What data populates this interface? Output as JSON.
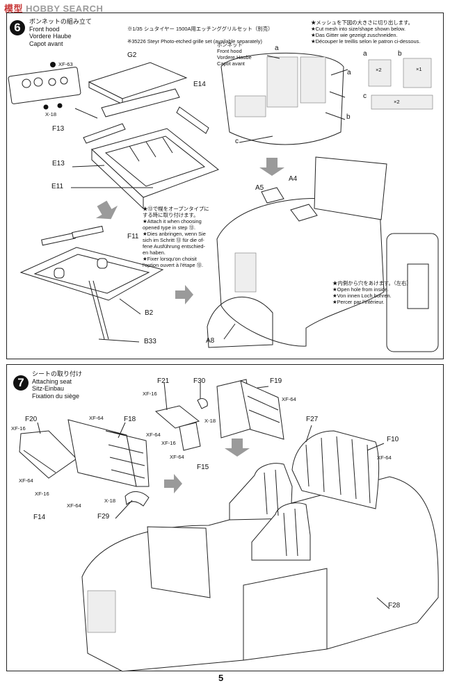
{
  "watermark": {
    "part1": "模型",
    "part2": "HOBBY SEARCH"
  },
  "step6": {
    "number": "6",
    "title_jp": "ボンネットの組み立て",
    "title_en": "Front hood",
    "title_de": "Vordere Haube",
    "title_fr": "Capot avant",
    "etch_note_jp": "※1/35 シュタイヤー 1500A用エッチンググリルセット（別売）",
    "etch_note_en": "※35226 Steyr Photo-etched grille set (available separately)",
    "mesh_note": "★メッシュを下図の大きさに切り出します。\n★Cut mesh into size/shape shown below.\n★Das Gitter wie gezeigt zuschneiden.\n★Découper le treillis selon le patron ci-dessous.",
    "hood_label": "ボンネット\nFront hood\nVordere Haube\nCapot avant",
    "open_note": "★⑬で幌をオープンタイプに\nする時に取り付けます。\n★Attach it when choosing\nopened type in step ⑬.\n★Dies anbringen, wenn Sie\nsich im Schritt ⑬ für die of-\nfene Ausführung entschied-\nen haben.\n★Fixer lorsqu'on choisit\nl'option ouvert à l'étape ⑬.",
    "hole_note": "★内側から穴をあけます。（左右）\n★Open hole from inside.\n★Von innen Loch bohren.\n★Percer par l'intérieur.",
    "parts": {
      "g2": "G2",
      "xf63": "XF-63",
      "x18": "X-18",
      "f13a": "F13",
      "e14": "E14",
      "e13": "E13",
      "e11": "E11",
      "f11": "F11",
      "b2": "B2",
      "b33": "B33",
      "a5": "A5",
      "a4": "A4",
      "a8": "A8",
      "a1": "a",
      "a2": "a",
      "b1": "b",
      "c": "c"
    },
    "mesh_boxes": {
      "a_label": "a",
      "a_qty": "×2",
      "b_label": "b",
      "b_qty": "×1",
      "c_label": "c",
      "c_qty": "×2"
    }
  },
  "step7": {
    "number": "7",
    "title_jp": "シートの取り付け",
    "title_en": "Attaching seat",
    "title_de": "Sitz-Einbau",
    "title_fr": "Fixation du siège",
    "parts": {
      "f21": "F21",
      "f30": "F30",
      "f19": "F19",
      "xf16a": "XF-16",
      "xf64a": "XF-64",
      "x18a": "X-18",
      "xf64b": "XF-64",
      "xf16b": "XF-16",
      "xf64c": "XF-64",
      "f15": "F15",
      "f20": "F20",
      "xf64d": "XF-64",
      "f18": "F18",
      "xf16c": "XF-16",
      "xf64e": "XF-64",
      "xf16d": "XF-16",
      "xf64f": "XF-64",
      "f14": "F14",
      "x18b": "X-18",
      "f29": "F29",
      "f27": "F27",
      "f10": "F10",
      "xf64g": "XF-64",
      "f28": "F28"
    }
  },
  "page_number": "5"
}
